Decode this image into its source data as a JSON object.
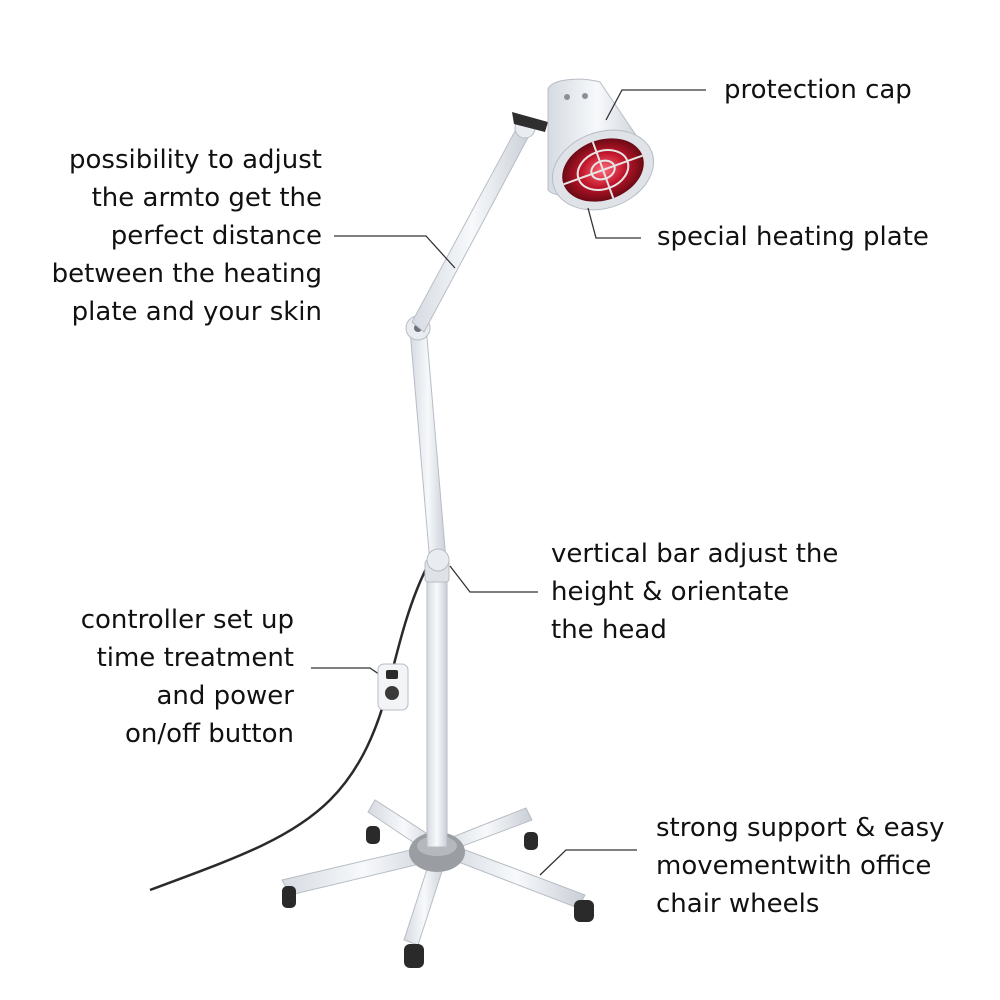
{
  "callouts": {
    "protection_cap": [
      "protection cap"
    ],
    "heating_plate": [
      "special heating plate"
    ],
    "arm": [
      "possibility to adjust",
      "the armto get the",
      "perfect distance",
      "between the heating",
      "plate and your skin"
    ],
    "vertical_bar": [
      "vertical bar adjust the",
      "height & orientate",
      "the head"
    ],
    "controller": [
      "controller set up",
      "time treatment",
      "and power",
      "on/off button"
    ],
    "base": [
      "strong support & easy",
      "movementwith office",
      "chair wheels"
    ]
  },
  "colors": {
    "lamp_body": "#eef1f5",
    "lamp_shadow": "#c9ced6",
    "heating_glow": "#c0152a",
    "base_hub": "#9a9da2",
    "wheel": "#2a2a2a",
    "leader_line": "#333333"
  }
}
